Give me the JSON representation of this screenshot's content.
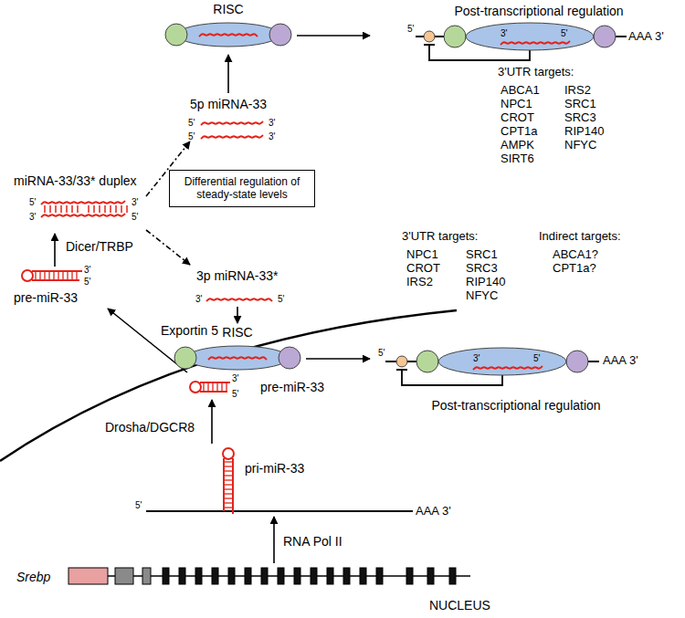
{
  "diagram": {
    "nodes": [
      {
        "text": [
          "RISC"
        ]
      },
      {
        "text": [
          "Differential regulation of steady-state levels"
        ]
      },
      {
        "text": [
          "RISC"
        ]
      }
    ],
    "labels": [
      "Post-transcriptional regulation",
      "5'",
      "3'",
      "5'",
      "AAA 3'",
      "3'UTR targets:",
      "ABCA1",
      "NPC1",
      "CROT",
      "CPT1a",
      "AMPK",
      "SIRT6",
      "IRS2",
      "SRC1",
      "SRC3",
      "RIP140",
      "NFYC",
      "5p miRNA-33",
      "5'",
      "3'",
      "5'",
      "3'",
      "miRNA-33/33* duplex",
      "5'",
      "3'",
      "3'",
      "5'",
      "Dicer/TRBP",
      "pre-miR-33",
      "3'",
      "5'",
      "3p miRNA-33*",
      "3'",
      "5'",
      "3'UTR targets:",
      "NPC1",
      "CROT",
      "IRS2",
      "SRC1",
      "SRC3",
      "RIP140",
      "NFYC",
      "Indirect targets:",
      "ABCA1?",
      "CPT1a?",
      "5'",
      "3'",
      "5'",
      "AAA 3'",
      "Post-transcriptional regulation",
      "Exportin 5",
      "pre-miR-33",
      "3'",
      "5'",
      "Drosha/DGCR8",
      "pri-miR-33",
      "5'",
      "AAA 3'",
      "RNA Pol II",
      "Srebp",
      "NUCLEUS"
    ]
  }
}
